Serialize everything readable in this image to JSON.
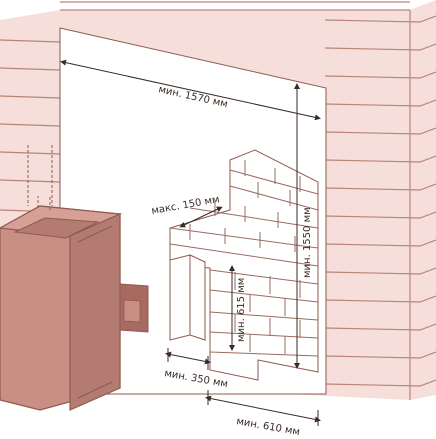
{
  "colors": {
    "wall_fill": "#f6dfdb",
    "line": "#8e5a4e",
    "brick_line": "#9a6b60",
    "stove_fill": "#c98f84",
    "stove_dark": "#a86a60",
    "text": "#3a2a24"
  },
  "dimensions": {
    "wall_opening_width": "мин. 1570 мм",
    "wall_opening_height": "мин. 1550 мм",
    "max_gap": "макс. 150 мм",
    "brick_height": "мин. 615 мм",
    "stove_clearance": "мин. 350 мм",
    "brick_width": "мин. 610 мм"
  }
}
